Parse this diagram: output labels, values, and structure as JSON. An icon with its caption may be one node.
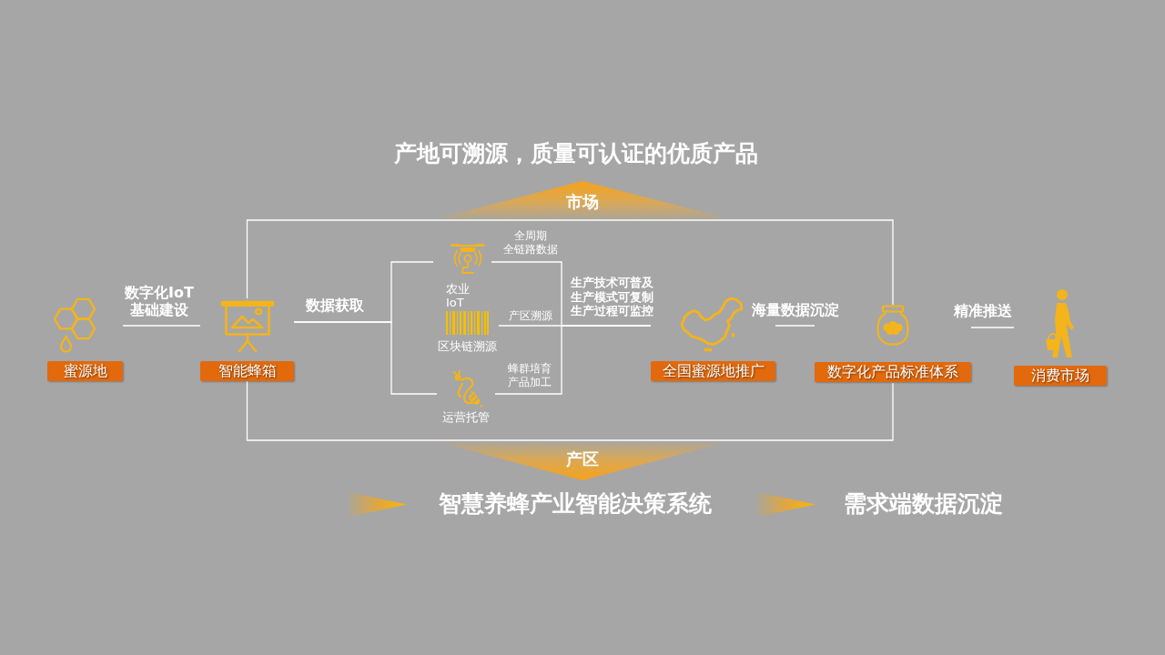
{
  "diagram": {
    "title": "产地可溯源，质量可认证的优质产品",
    "nodes": [
      {
        "text": [
          "市场"
        ]
      },
      {
        "text": [
          "蜜源地"
        ]
      },
      {
        "text": [
          "智能蜂箱"
        ]
      },
      {
        "text": [
          "农业IoT"
        ]
      },
      {
        "text": [
          "区块链溯源"
        ]
      },
      {
        "text": [
          "运营托管"
        ]
      },
      {
        "text": [
          "全国蜜源地推广"
        ]
      },
      {
        "text": [
          "数字化产品标准体系"
        ]
      },
      {
        "text": [
          "消费市场"
        ]
      },
      {
        "text": [
          "产区"
        ]
      }
    ],
    "edges": [
      {
        "from": 1,
        "to": 2,
        "arrow": "none",
        "label": "数字化IoT基础建设"
      },
      {
        "from": 2,
        "to": 3,
        "arrow": "none",
        "label": "数据获取"
      },
      {
        "from": 2,
        "to": 5,
        "arrow": "none"
      },
      {
        "from": 3,
        "to": 6,
        "arrow": "none",
        "label": "全周期全链路数据"
      },
      {
        "from": 4,
        "to": 6,
        "arrow": "none",
        "label": "产区溯源"
      },
      {
        "from": 5,
        "to": 6,
        "arrow": "none",
        "label": "蜂群培育产品加工"
      },
      {
        "from": 6,
        "to": 7,
        "arrow": "none",
        "label": "海量数据沉淀"
      },
      {
        "from": 7,
        "to": 8,
        "arrow": "none",
        "label": "精准推送"
      },
      {
        "from": 2,
        "to": 7,
        "arrow": "none"
      },
      {
        "from": 2,
        "to": 7,
        "arrow": "none"
      }
    ],
    "labels": [
      "生产技术可普及生产模式可复制生产过程可监控",
      "智慧养蜂产业智能决策系统",
      "需求端数据沉淀"
    ]
  }
}
